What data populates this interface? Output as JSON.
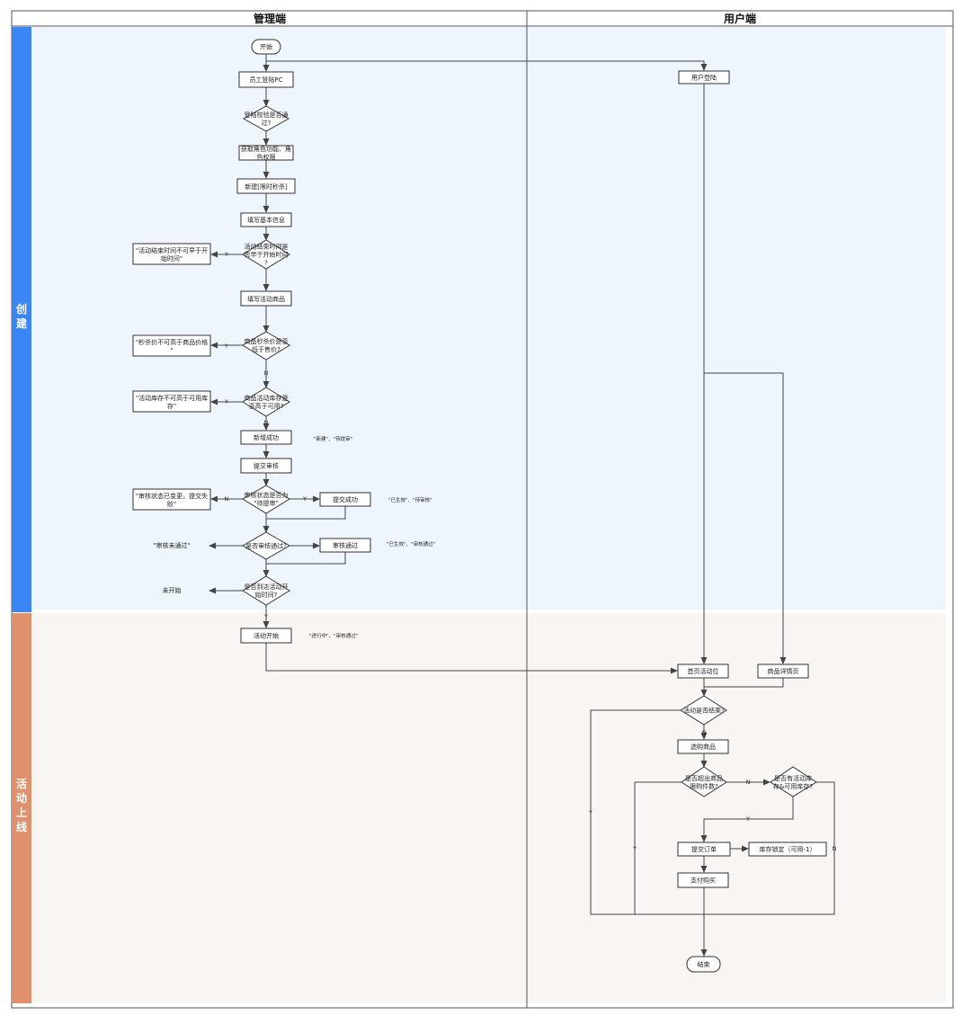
{
  "header": {
    "lane_admin": "管理端",
    "lane_user": "用户端"
  },
  "phases": {
    "create": "创建",
    "online": "活动上线"
  },
  "colors": {
    "line": "#444444",
    "node_border": "#333333",
    "phase_create": "#3a86f5",
    "phase_online": "#e0906c",
    "bg_create": "#eef5fd",
    "bg_online": "#f8f5f3"
  },
  "nodes": {
    "start": "开始",
    "staff_login": "员工登陆PC",
    "login_check": "登陆校验是否通过?",
    "get_role": "获取角色功能、角色权限",
    "new_flash": "新建[限时秒杀]",
    "fill_basic": "填写基本信息",
    "time_check": "活动结束时间是否早于开始时间?",
    "time_err": "\"活动结束时间不可早于开始时间\"",
    "fill_goods": "填写活动商品",
    "price_check": "商品秒杀价是否低于售价?",
    "price_err": "\"秒杀价不可高于商品价格\"",
    "stock_check": "商品活动库存是否高于可用?",
    "stock_err": "\"活动库存不可高于可用库存\"",
    "add_success": "新增成功",
    "submit_review": "提交审核",
    "status_check": "审核状态是否为\"待提审\"",
    "status_err": "\"审核状态已变更，提交失败\"",
    "submit_ok": "提交成功",
    "review_check": "是否审核通过?",
    "review_fail": "\"审核未通过\"",
    "review_pass": "审核通过",
    "time_reach": "是否到达活动开始时间?",
    "not_started": "未开始",
    "activity_start": "活动开始",
    "user_login": "用户登陆",
    "home_slot": "首页活动位",
    "goods_detail": "商品详情页",
    "activity_end_check": "活动是否结束?",
    "choose_goods": "选购商品",
    "limit_check": "是否超出商品限购件数?",
    "stock_avail_check": "是否有活动库存&可用库存?",
    "submit_order": "提交订单",
    "lock_stock": "库存锁定（可用-1）",
    "pay": "支付购买",
    "end": "结束"
  },
  "notes": {
    "after_add": "\"新建\"、\"待提审\"",
    "after_submit": "\"已生效\"、\"待审核\"",
    "after_review": "\"已生效\"、\"审核通过\"",
    "after_start": "\"进行中\"、\"审核通过\""
  },
  "labels": {
    "yes": "Y",
    "no": "N"
  }
}
